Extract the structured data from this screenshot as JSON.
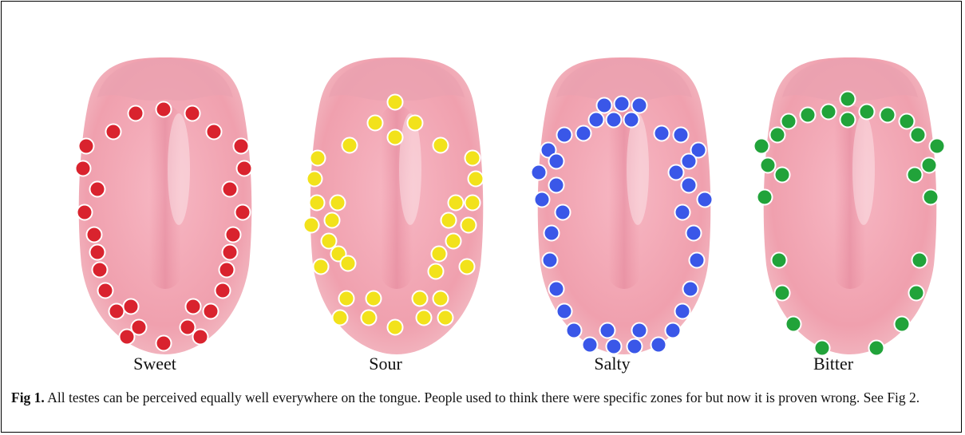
{
  "figure": {
    "panels": [
      {
        "label": "Sweet",
        "dot_color": "#d9232e",
        "theme": "red"
      },
      {
        "label": "Sour",
        "dot_color": "#f2e21b",
        "theme": "yellow"
      },
      {
        "label": "Salty",
        "dot_color": "#3a57e8",
        "theme": "blue"
      },
      {
        "label": "Bitter",
        "dot_color": "#21a33a",
        "theme": "green"
      }
    ],
    "caption_label": "Fig 1.",
    "caption_text": " All testes can be perceived equally well everywhere on the tongue. People used to think there were specific zones for but now it is proven wrong. See Fig 2."
  }
}
